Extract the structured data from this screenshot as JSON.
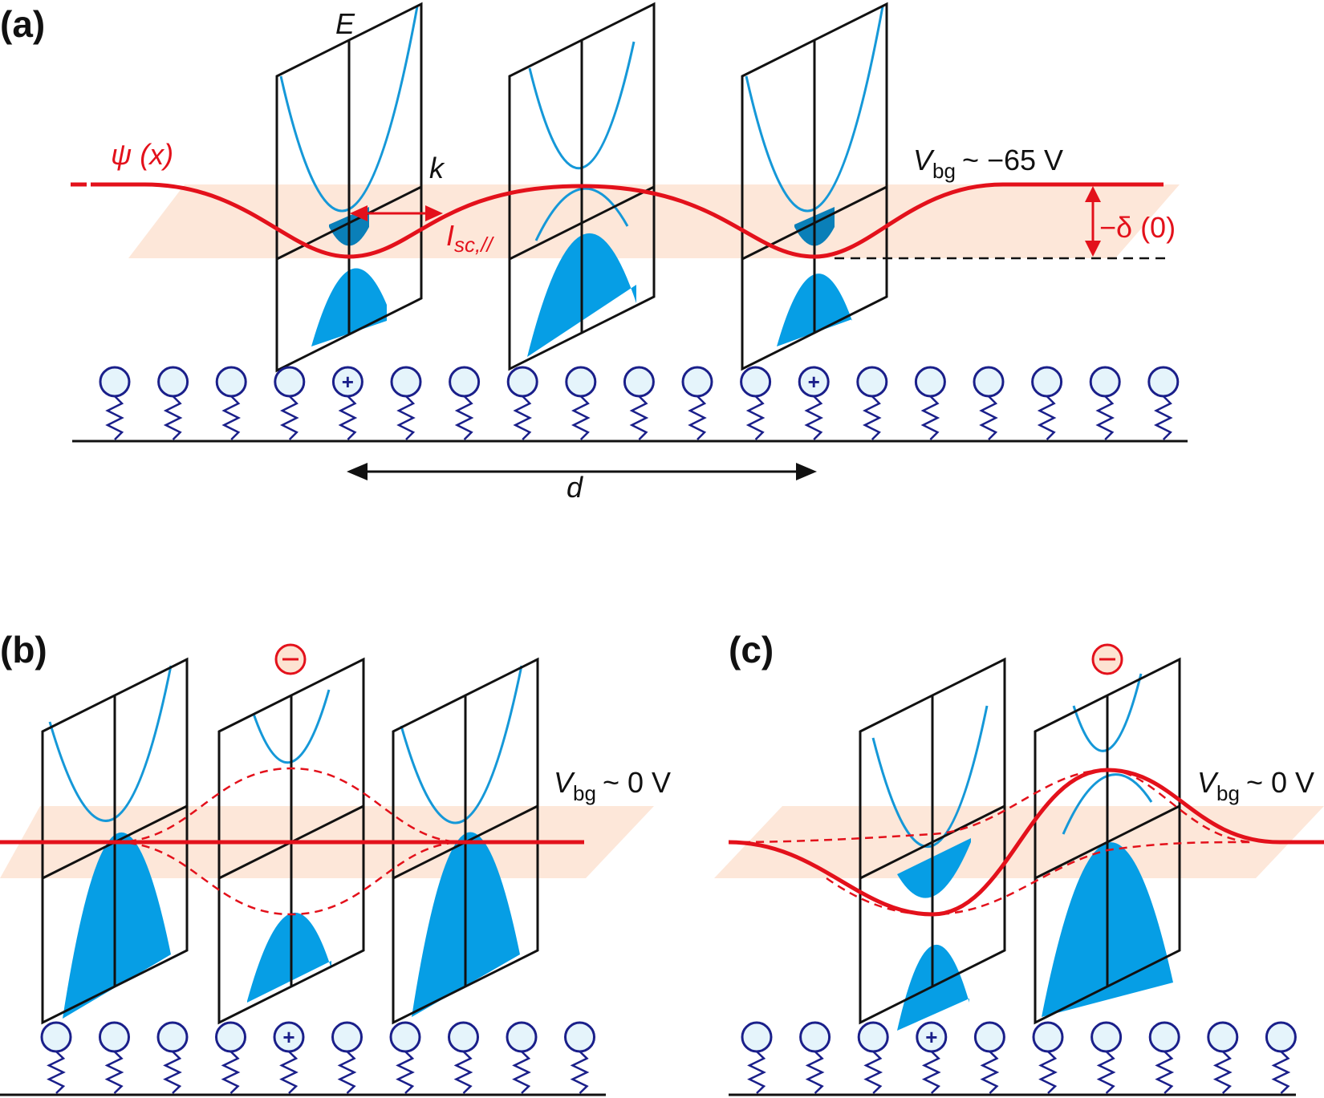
{
  "panels": {
    "a": {
      "label": "(a)",
      "vbg_symbol": "V",
      "vbg_sub": "bg",
      "vbg_value": "~ −65 V"
    },
    "b": {
      "label": "(b)",
      "vbg_symbol": "V",
      "vbg_sub": "bg",
      "vbg_value": "~ 0 V"
    },
    "c": {
      "label": "(c)",
      "vbg_symbol": "V",
      "vbg_sub": "bg",
      "vbg_value": "~ 0 V"
    }
  },
  "labels": {
    "energy_axis": "E",
    "momentum_axis": "k",
    "wavefunction": "ψ (x)",
    "current_symbol": "I",
    "current_sub": "sc,//",
    "gap": "−δ (0)",
    "distance": "d"
  },
  "charges": {
    "positive": "+",
    "negative": "−"
  },
  "colors": {
    "wavefunction": "#e3111b",
    "band_fill": "#069ee5",
    "band_line": "#1598d8",
    "pinned_fill": "#0a7fb8",
    "plane": "#fde3d2",
    "molecule_fill": "#e5f4fb",
    "molecule_stroke": "#1a1f8a",
    "frame": "#111111"
  }
}
